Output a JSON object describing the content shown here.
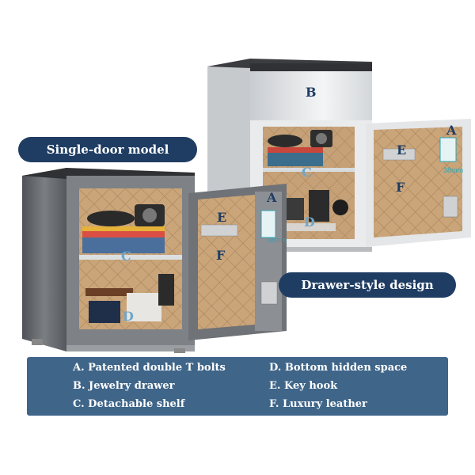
{
  "labels": {
    "single_door": "Single-door model",
    "drawer_style": "Drawer-style design"
  },
  "markers": {
    "A": "A",
    "B": "B",
    "C": "C",
    "D": "D",
    "E": "E",
    "F": "F"
  },
  "measurement": "38mm",
  "legend": {
    "items": [
      "A. Patented double T bolts",
      "B. Jewelry drawer",
      "C. Detachable shelf",
      "D. Bottom hidden space",
      "E. Key hook",
      "F. Luxury leather"
    ]
  },
  "colors": {
    "label_bg": "#1f3d63",
    "legend_bg": "#3f6589",
    "leather": "#c9a57a",
    "body_dark": "#6c6f74",
    "body_light": "#eceef0"
  }
}
